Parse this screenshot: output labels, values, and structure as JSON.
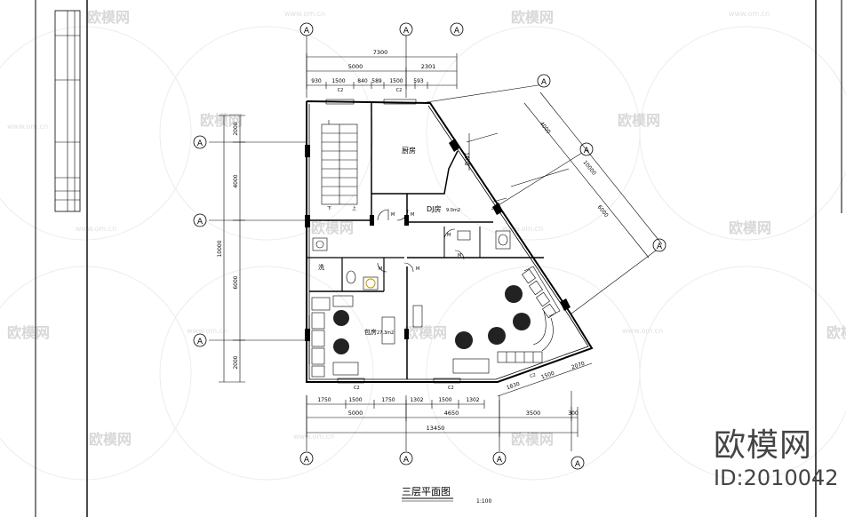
{
  "title": "三层平面图",
  "scale": "1:100",
  "brand": {
    "name": "欧模网",
    "id": "ID:2010042"
  },
  "watermark": {
    "brand": "欧模网",
    "site": "www.om.cn"
  },
  "axis_label": "A",
  "dims": {
    "top_total": "7300",
    "top_5000": "5000",
    "top_2301": "2301",
    "top_930": "930",
    "top_1500a": "1500",
    "top_840": "840",
    "top_589": "589",
    "top_1500b": "1500",
    "top_593": "593",
    "left_2000a": "2000",
    "left_4000": "4000",
    "left_10000": "10000",
    "left_6000": "6000",
    "left_2000b": "2000",
    "bot_1750a": "1750",
    "bot_1500a": "1500",
    "bot_1750b": "1750",
    "bot_1302a": "1302",
    "bot_1500b": "1500",
    "bot_1302b": "1302",
    "bot_5000": "5000",
    "bot_4650": "4650",
    "bot_3500": "3500",
    "bot_300": "300",
    "bot_13450": "13450",
    "diag_1830": "1830",
    "diag_1500": "1500",
    "diag_2070": "2070",
    "right_4000": "4000",
    "right_10000": "10000",
    "right_6000": "6000",
    "right_1500": "1500"
  },
  "rooms": {
    "kitchen": "厨房",
    "dj": "DJ房",
    "dj_area": "9.0m2",
    "wash": "洗",
    "room": "包房",
    "room_area": "27.3m2"
  },
  "marks": {
    "c2": "C2",
    "m": "M",
    "up": "上",
    "down": "下"
  }
}
